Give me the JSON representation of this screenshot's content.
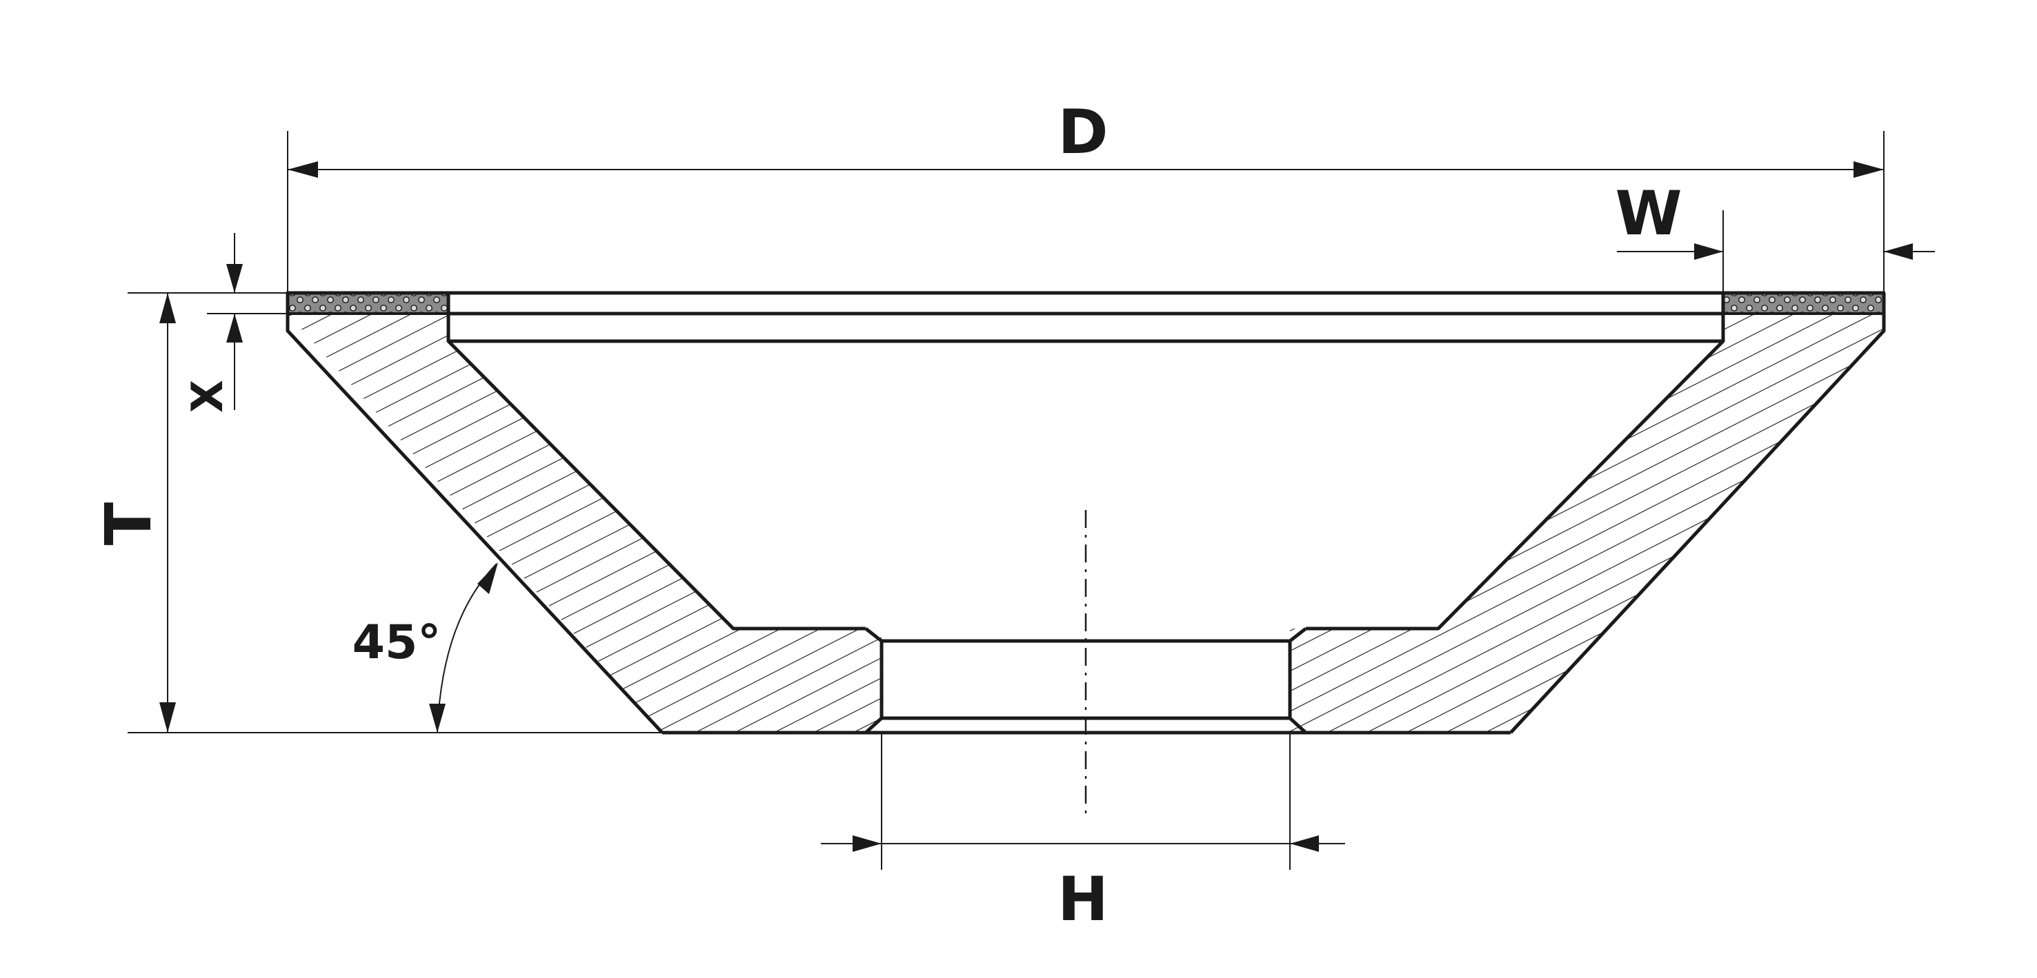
{
  "labels": {
    "diameter": "D",
    "rim_width": "W",
    "layer": "X",
    "thickness": "T",
    "angle": "45°",
    "hole": "H"
  },
  "colors": {
    "line": "#1a1a1a",
    "abrasive_fill": "#8a8a8a"
  }
}
